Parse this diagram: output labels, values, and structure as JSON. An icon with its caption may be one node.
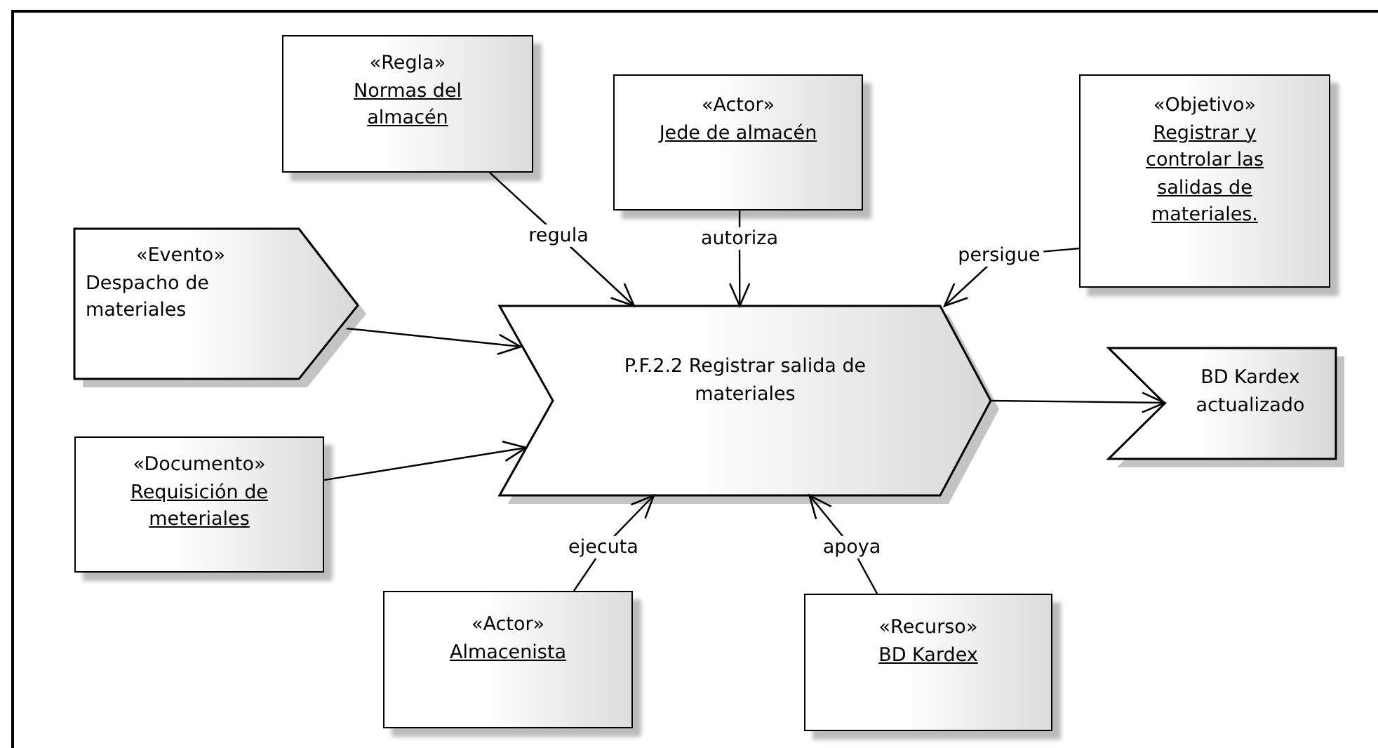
{
  "diagram": {
    "nodes": [
      {
        "text": [
          "«Regla»",
          "Normas del almacén"
        ]
      },
      {
        "text": [
          "«Actor»",
          "Jede de almacén"
        ]
      },
      {
        "text": [
          "«Objetivo»",
          "Registrar y controlar las salidas de materiales."
        ]
      },
      {
        "text": [
          "«Evento»",
          "Despacho de materiales"
        ]
      },
      {
        "text": [
          "P.F.2.2 Registrar salida de materiales"
        ]
      },
      {
        "text": [
          "«Documento»",
          "Requisición de meteriales"
        ]
      },
      {
        "text": [
          "BD Kardex actualizado"
        ]
      },
      {
        "text": [
          "«Actor»",
          "Almacenista"
        ]
      },
      {
        "text": [
          "«Recurso»",
          "BD Kardex"
        ]
      }
    ],
    "edges": [
      {
        "from": 0,
        "to": 4,
        "arrow": "to",
        "label": "regula"
      },
      {
        "from": 1,
        "to": 4,
        "arrow": "to",
        "label": "autoriza"
      },
      {
        "from": 2,
        "to": 4,
        "arrow": "to",
        "label": "persigue"
      },
      {
        "from": 3,
        "to": 4,
        "arrow": "to"
      },
      {
        "from": 5,
        "to": 4,
        "arrow": "to"
      },
      {
        "from": 4,
        "to": 6,
        "arrow": "to"
      },
      {
        "from": 7,
        "to": 4,
        "arrow": "to",
        "label": "ejecuta"
      },
      {
        "from": 8,
        "to": 4,
        "arrow": "to",
        "label": "apoya"
      }
    ]
  }
}
